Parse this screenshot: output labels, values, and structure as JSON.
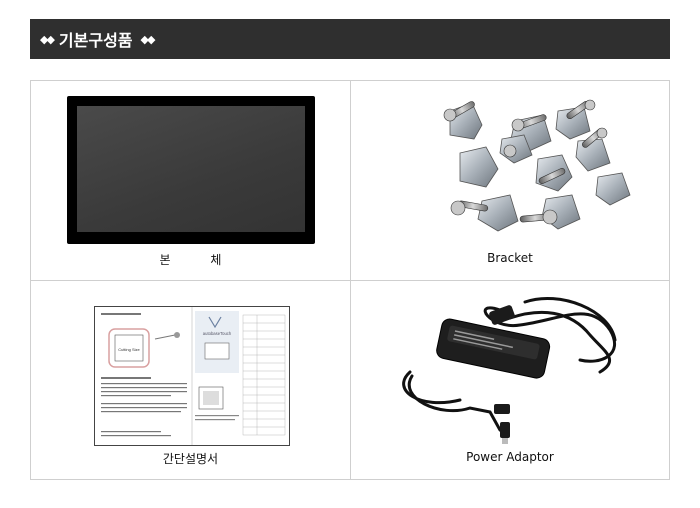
{
  "header": {
    "title": "기본구성품",
    "left_decor": "◆◆",
    "right_decor": "◆◆"
  },
  "items": [
    {
      "label": "본 체"
    },
    {
      "label": "Bracket"
    },
    {
      "label": "간단설명서"
    },
    {
      "label": "Power Adaptor"
    }
  ],
  "manual": {
    "brand": "autobaseTouch",
    "cutting_size": "Cutting Size"
  }
}
